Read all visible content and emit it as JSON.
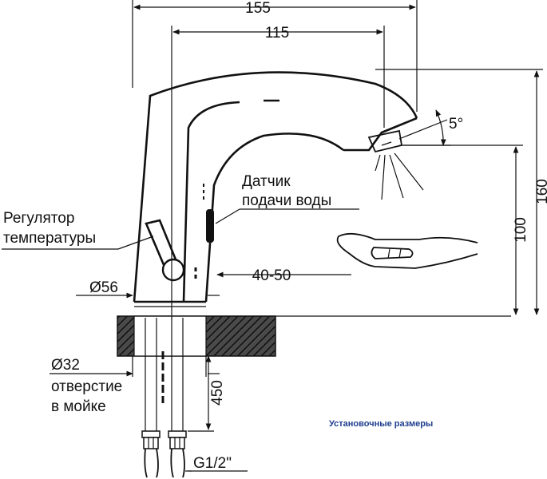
{
  "labels": {
    "sensor_line1": "Датчик",
    "sensor_line2": "подачи воды",
    "regulator_line1": "Регулятор",
    "regulator_line2": "температуры",
    "hole_dia": "Ø32",
    "hole_line1": "отверстие",
    "hole_line2": "в мойке",
    "caption": "Установочные размеры"
  },
  "dimensions": {
    "total_width": "155",
    "spout_width": "115",
    "angle": "5°",
    "height_total": "160",
    "height_spout": "100",
    "sensor_distance": "40-50",
    "base_dia": "Ø56",
    "hose_length": "450",
    "thread": "G1/2\""
  },
  "colors": {
    "ink": "#111111",
    "caption": "#1f3e8f"
  }
}
